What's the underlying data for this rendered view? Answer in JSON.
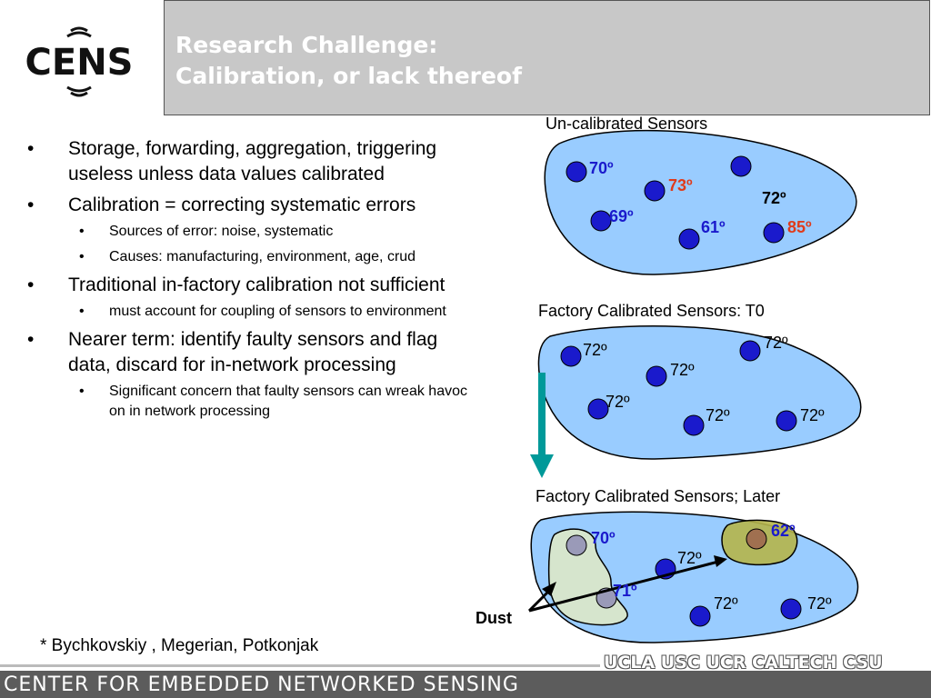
{
  "header": {
    "title_line1": "Research Challenge:",
    "title_line2": "Calibration, or lack thereof"
  },
  "logo": {
    "text": "CENS"
  },
  "bullets": [
    {
      "text": "Storage, forwarding, aggregation, triggering useless unless data values calibrated",
      "sub": []
    },
    {
      "text": "Calibration = correcting systematic errors",
      "sub": [
        "Sources of error: noise, systematic",
        "Causes: manufacturing, environment, age, crud"
      ]
    },
    {
      "text": "Traditional in-factory calibration not sufficient",
      "sub": [
        "must account for coupling of sensors to environment"
      ]
    },
    {
      "text": "Nearer term: identify faulty sensors and flag data, discard for in-network processing",
      "sub": [
        "Significant concern that faulty sensors can wreak havoc on in network processing"
      ]
    }
  ],
  "panels": {
    "uncalibrated": {
      "title": "Un-calibrated Sensors",
      "readings": [
        "70º",
        "73º",
        "72º",
        "69º",
        "61º",
        "85º"
      ]
    },
    "factory_t0": {
      "title": "Factory Calibrated Sensors: T0",
      "readings": [
        "72º",
        "72º",
        "72º",
        "72º",
        "72º",
        "72º"
      ]
    },
    "factory_later": {
      "title": "Factory Calibrated Sensors; Later",
      "readings": [
        "70º",
        "62º",
        "72º",
        "71º",
        "72º",
        "72º"
      ],
      "dust_label": "Dust"
    }
  },
  "colors": {
    "blob_fill": "#99ccff",
    "sensor_blue": "#1a1acc",
    "reading_blue": "#1a1acc",
    "reading_red": "#e03a1a",
    "arrow_teal": "#009999",
    "title_box": "#c8c8c8"
  },
  "footnote": "* Bychkovskiy , Megerian, Potkonjak",
  "footer": {
    "center_name": "CENTER FOR EMBEDDED NETWORKED SENSING",
    "partners": "UCLA  USC  UCR  CALTECH  CSU"
  }
}
